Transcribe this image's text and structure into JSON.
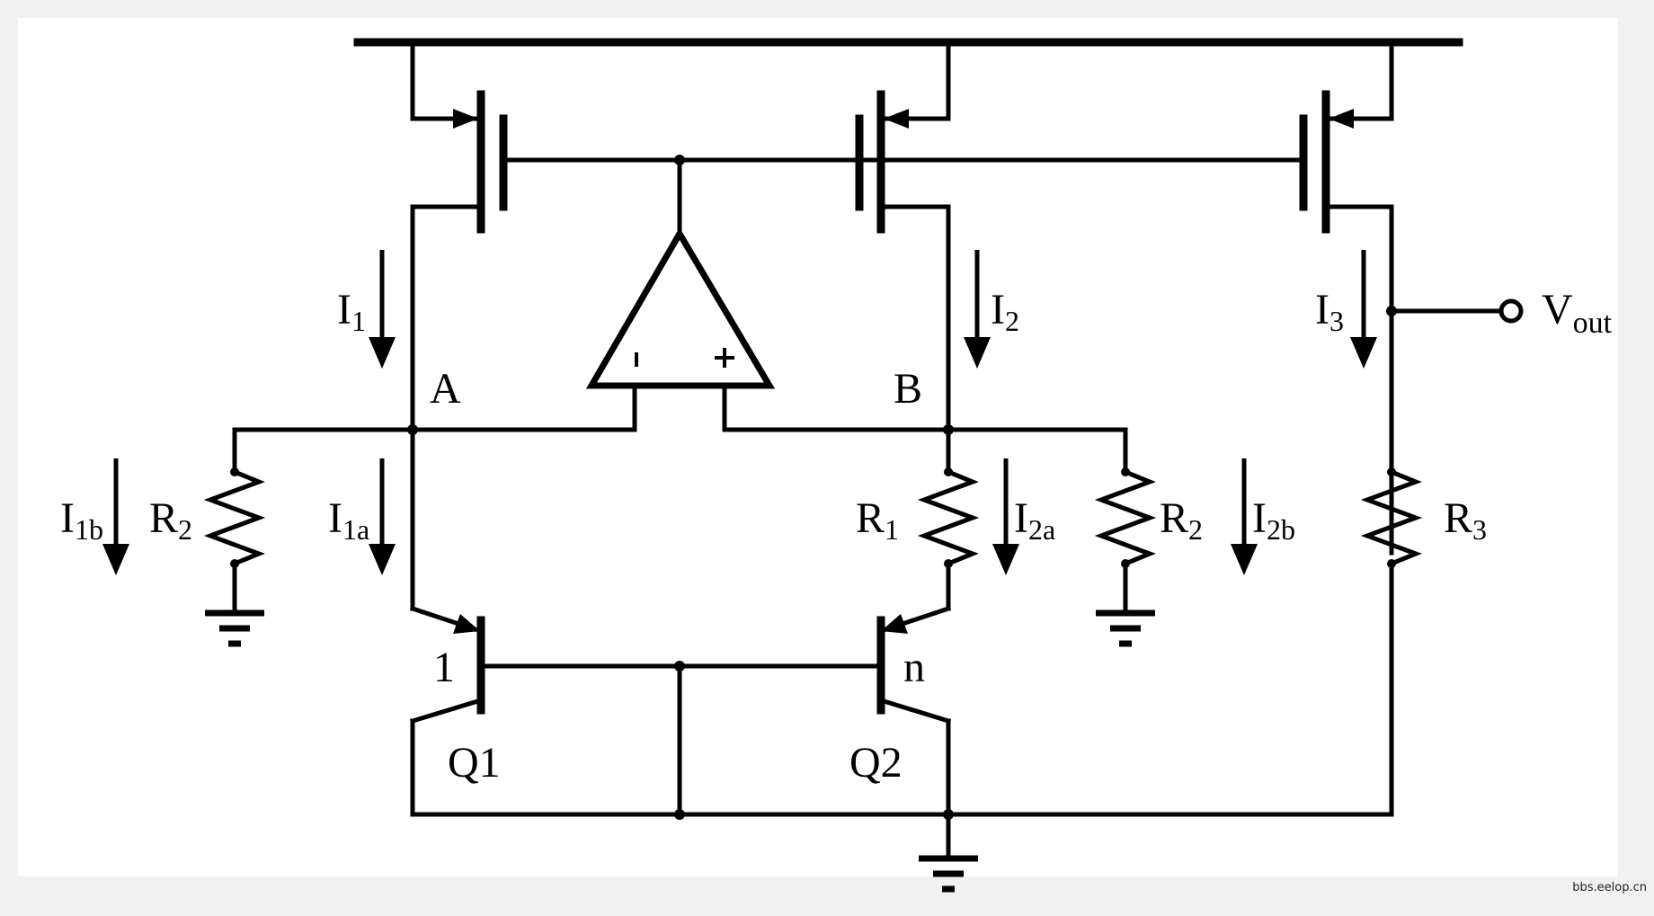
{
  "labels": {
    "i1": "I",
    "i1_sub": "1",
    "i2": "I",
    "i2_sub": "2",
    "i3": "I",
    "i3_sub": "3",
    "i1a": "I",
    "i1a_sub": "1a",
    "i1b": "I",
    "i1b_sub": "1b",
    "i2a": "I",
    "i2a_sub": "2a",
    "i2b": "I",
    "i2b_sub": "2b",
    "node_a": "A",
    "node_b": "B",
    "r1": "R",
    "r1_sub": "1",
    "r2_left": "R",
    "r2_left_sub": "2",
    "r2_right": "R",
    "r2_right_sub": "2",
    "r3": "R",
    "r3_sub": "3",
    "vout": "V",
    "vout_sub": "out",
    "q1": "Q1",
    "q2": "Q2",
    "q1_ratio": "1",
    "q2_ratio": "n",
    "opamp_minus": "-",
    "opamp_plus": "+"
  },
  "watermark": "bbs.eelop.cn"
}
